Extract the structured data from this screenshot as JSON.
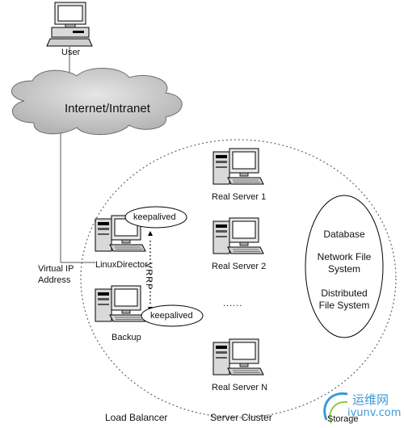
{
  "nodes": {
    "user": "User",
    "cloud": "Internet/Intranet",
    "vip": "Virtual IP\nAddress",
    "director": "LinuxDirector",
    "backup": "Backup",
    "keepalived_top": "keepalived",
    "keepalived_bottom": "keepalived",
    "vrrp": "VRRP",
    "rs1": "Real Server 1",
    "rs2": "Real Server 2",
    "dots": "......",
    "rsn": "Real Server N"
  },
  "storage": {
    "database": "Database",
    "nfs": "Network File\nSystem",
    "dfs": "Distributed\nFile System"
  },
  "footer": {
    "load_balancer": "Load Balancer",
    "server_cluster": "Server Cluster",
    "storage": "Storage"
  },
  "watermark": {
    "cn": "运维网",
    "url": "iyunv.com"
  },
  "colors": {
    "cloud": "#c8c8c8",
    "watermark": "#3a9ad9"
  }
}
